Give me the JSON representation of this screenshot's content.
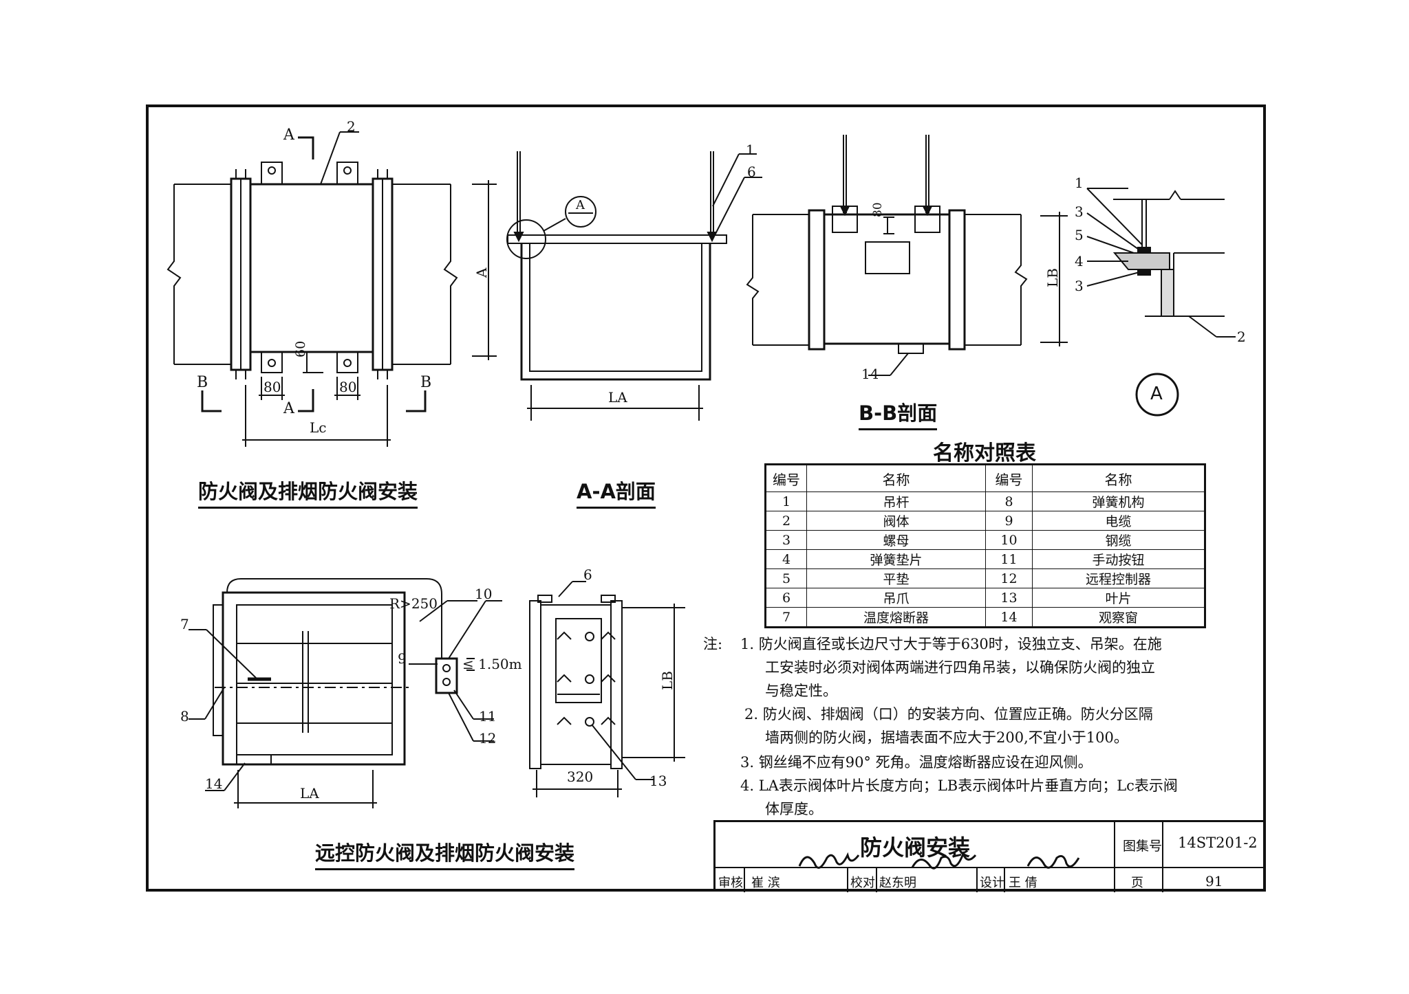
{
  "labels": {
    "section_a": "A",
    "section_b": "B",
    "dim_80": "80",
    "dim_60": "60",
    "dim_A": "A",
    "dim_LC": "Lc",
    "dim_LA": "LA",
    "dim_LB": "LB",
    "dim_320": "320",
    "radius": "R>250",
    "height_note": "≤ 1.50m",
    "detail_circle": "A",
    "num_1": "1",
    "num_2": "2",
    "num_3": "3",
    "num_4": "4",
    "num_5": "5",
    "num_6": "6",
    "num_7": "7",
    "num_8": "8",
    "num_9": "9",
    "num_10": "10",
    "num_11": "11",
    "num_12": "12",
    "num_13": "13",
    "num_14": "14"
  },
  "captions": {
    "main": "防火阀及排烟防火阀安装",
    "aa": "A-A剖面",
    "bb": "B-B剖面",
    "remote": "远控防火阀及排烟防火阀安装"
  },
  "name_table": {
    "title": "名称对照表",
    "headers": [
      "编号",
      "名称",
      "编号",
      "名称"
    ],
    "rows": [
      [
        "1",
        "吊杆",
        "8",
        "弹簧机构"
      ],
      [
        "2",
        "阀体",
        "9",
        "电缆"
      ],
      [
        "3",
        "螺母",
        "10",
        "钢缆"
      ],
      [
        "4",
        "弹簧垫片",
        "11",
        "手动按钮"
      ],
      [
        "5",
        "平垫",
        "12",
        "远程控制器"
      ],
      [
        "6",
        "吊爪",
        "13",
        "叶片"
      ],
      [
        "7",
        "温度熔断器",
        "14",
        "观察窗"
      ]
    ]
  },
  "notes": {
    "label": "注:",
    "lines": [
      "1. 防火阀直径或长边尺寸大于等于630时，设独立支、吊架。在施",
      "工安装时必须对阀体两端进行四角吊装，以确保防火阀的独立",
      "与稳定性。",
      "2. 防火阀、排烟阀（口）的安装方向、位置应正确。防火分区隔",
      "墙两侧的防火阀，据墙表面不应大于200,不宜小于100。",
      "3. 钢丝绳不应有90°  死角。温度熔断器应设在迎风侧。",
      "4. LA表示阀体叶片长度方向；LB表示阀体叶片垂直方向；Lc表示阀",
      "体厚度。"
    ]
  },
  "title_block": {
    "title": "防火阀安装",
    "atlas_label": "图集号",
    "atlas_no": "14ST201-2",
    "review_label": "审核",
    "reviewer": "崔 滨",
    "reviewer_sign": "崔滨",
    "check_label": "校对",
    "checker": "赵东明",
    "checker_sign": "赵东明",
    "design_label": "设计",
    "designer": "王 倩",
    "designer_sign": "王倩",
    "page_label": "页",
    "page_no": "91"
  }
}
